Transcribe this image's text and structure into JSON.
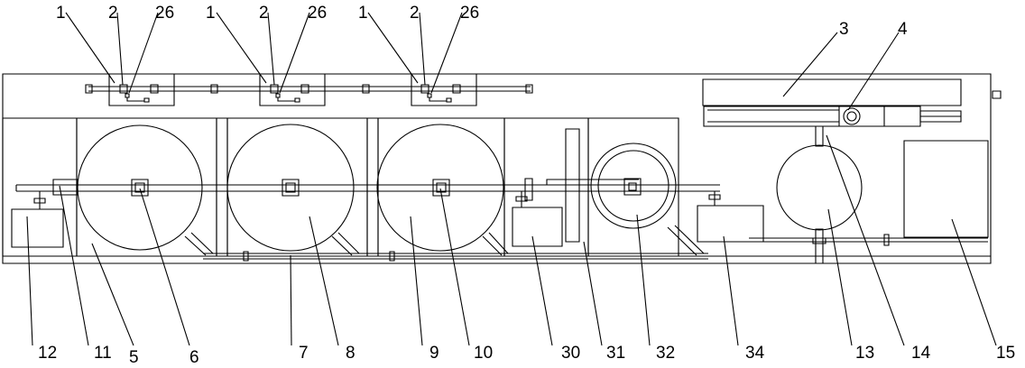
{
  "colors": {
    "stroke": "#000000",
    "background": "#ffffff"
  },
  "top_labels": {
    "g1": {
      "a": "1",
      "b": "2",
      "c": "26"
    },
    "g2": {
      "a": "1",
      "b": "2",
      "c": "26"
    },
    "g3": {
      "a": "1",
      "b": "2",
      "c": "26"
    },
    "l3": "3",
    "l4": "4"
  },
  "bottom_labels": {
    "l12": "12",
    "l11": "11",
    "l5": "5",
    "l6": "6",
    "l7": "7",
    "l8": "8",
    "l9": "9",
    "l10": "10",
    "l30": "30",
    "l31": "31",
    "l32": "32",
    "l34": "34",
    "l13": "13",
    "l14": "14",
    "l15": "15"
  }
}
